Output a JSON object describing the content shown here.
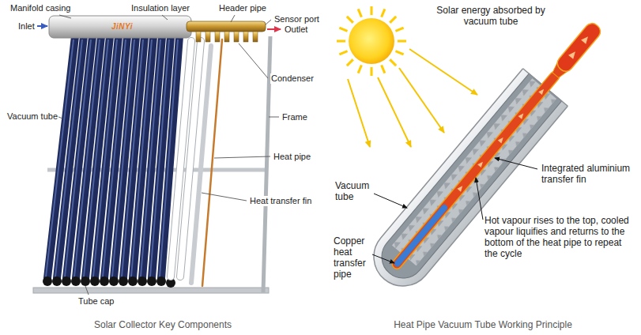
{
  "diagram": {
    "labels": [
      "Manifold casing",
      "Insulation layer",
      "Header pipe",
      "Sensor port",
      "Inlet",
      "Outlet",
      "Condenser",
      "Frame",
      "Vacuum tube",
      "Heat pipe",
      "Heat transfer fin",
      "Tube cap",
      "JiNYi",
      "Solar Collector Key Components",
      "Solar energy absorbed by vacuum tube",
      "Integrated aluminium transfer fin",
      "Vacuum tube",
      "Hot vapour rises to the top, cooled vapour liquifies and returns to the bottom of the heat pipe to repeat the cycle",
      "Copper heat transfer pipe",
      "Heat Pipe Vacuum Tube Working Principle"
    ]
  }
}
